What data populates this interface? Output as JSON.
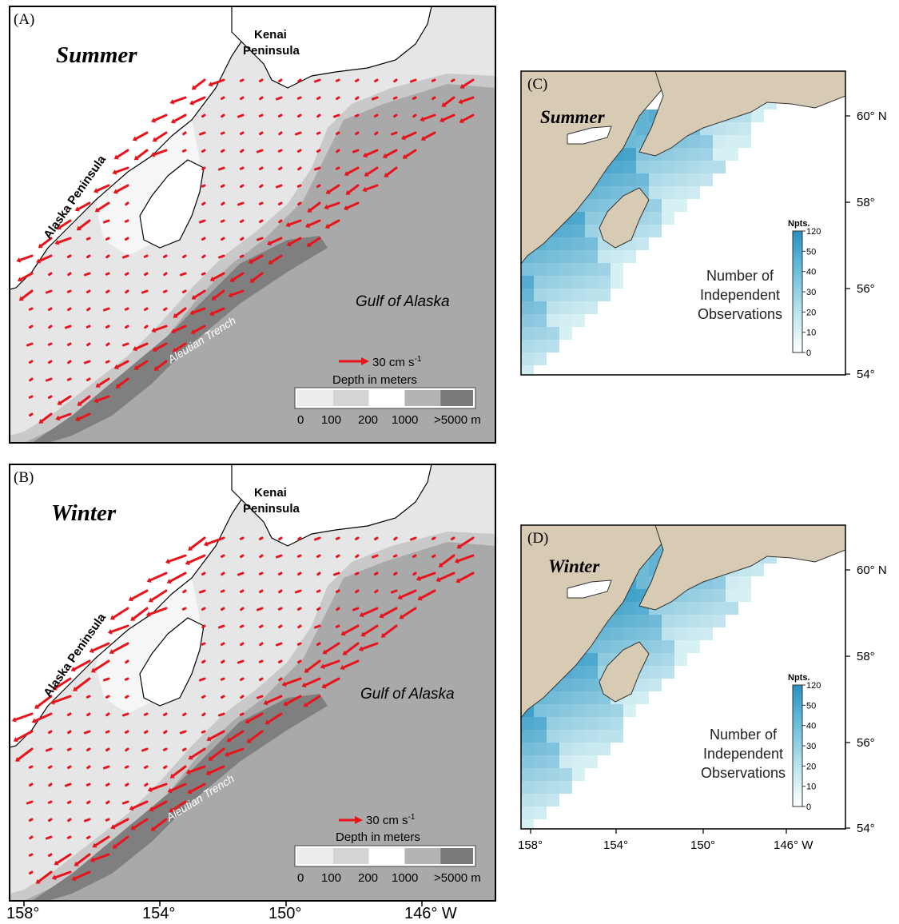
{
  "panels": {
    "A": {
      "letter": "(A)",
      "season": "Summer"
    },
    "B": {
      "letter": "(B)",
      "season": "Winter"
    },
    "C": {
      "letter": "(C)",
      "season": "Summer"
    },
    "D": {
      "letter": "(D)",
      "season": "Winter"
    }
  },
  "places": {
    "kenai_line1": "Kenai",
    "kenai_line2": "Peninsula",
    "alaska_peninsula": "Alaska Peninsula",
    "gulf": "Gulf of Alaska",
    "trench": "Aleutian Trench"
  },
  "scale_vector": {
    "label_main": "30 cm s",
    "label_sup": "-1"
  },
  "depth_legend": {
    "title": "Depth in meters",
    "labels": [
      "0",
      "100",
      "200",
      "1000",
      ">5000 m"
    ],
    "colors": [
      "#ececec",
      "#d4d4d4",
      "#ffffff",
      "#b4b4b4",
      "#7a7a7a"
    ]
  },
  "axes": {
    "lon_ticks": [
      "158°",
      "154°",
      "150°",
      "146° W"
    ],
    "lat_ticks": [
      "60° N",
      "58°",
      "56°",
      "54°"
    ]
  },
  "observations": {
    "colorbar_title": "Npts.",
    "colorbar_ticks": [
      "120",
      "50",
      "40",
      "30",
      "20",
      "10",
      "0"
    ],
    "label_lines": [
      "Number of",
      "Independent",
      "Observations"
    ],
    "colors": {
      "land": "#d8cbb4",
      "cell_high": "#3a9ec8",
      "cell_low": "#dff4f6"
    }
  },
  "colors": {
    "vector": "#e8131b",
    "ocean": "#a9a9a9",
    "trench": "#7f7f7f",
    "shelf": "#e7e7e7",
    "land": "#ffffff"
  }
}
